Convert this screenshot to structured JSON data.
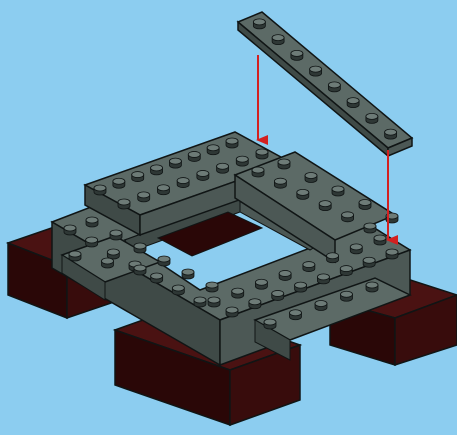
{
  "scene": {
    "background_color": "#8ccdf0",
    "brick_colors": {
      "dark_gray_top": "#5c6a66",
      "dark_gray_front": "#3f4a47",
      "dark_gray_side": "#4c5855",
      "dark_red_top": "#4a1212",
      "dark_red_front": "#2a0707",
      "dark_red_side": "#380c0c",
      "outline": "#101515",
      "arrow": "#d32020"
    },
    "parts": [
      {
        "name": "dark-gray-plate-1x8",
        "color": "dark gray",
        "studs": 8,
        "state": "to be attached"
      },
      {
        "name": "dark-gray-frame-layer",
        "color": "dark gray",
        "state": "assembled"
      },
      {
        "name": "dark-red-base-layer",
        "color": "dark red",
        "state": "assembled"
      }
    ],
    "arrows": [
      {
        "name": "placement-arrow-left",
        "direction": "down"
      },
      {
        "name": "placement-arrow-right",
        "direction": "down"
      }
    ]
  }
}
